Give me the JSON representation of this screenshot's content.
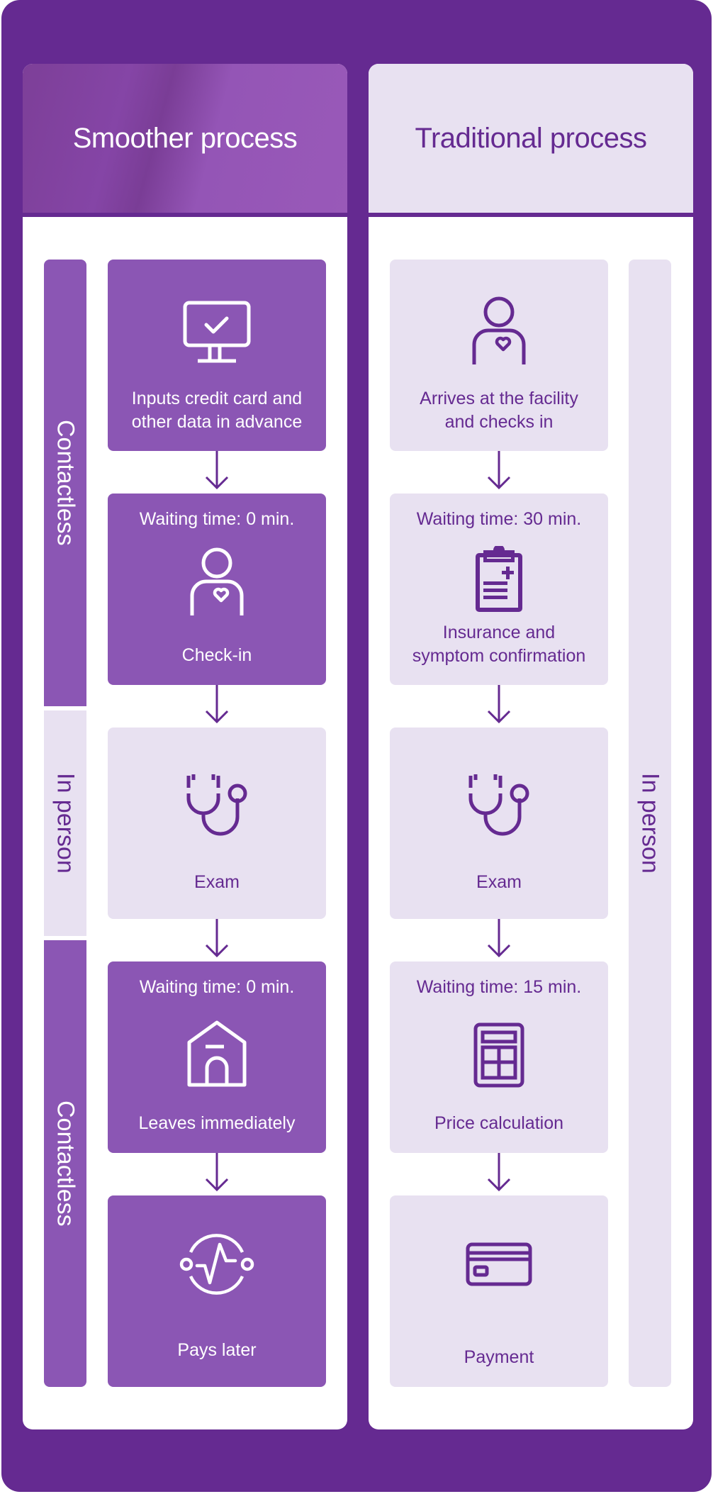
{
  "colors": {
    "frame": "#652a91",
    "dark_card": "#8b56b4",
    "light_card": "#e8e1f1",
    "panel_bg": "#ffffff"
  },
  "smoother": {
    "title": "Smoother process",
    "phases": [
      {
        "label": "Contactless",
        "style": "dark"
      },
      {
        "label": "In person",
        "style": "light"
      },
      {
        "label": "Contactless",
        "style": "dark"
      }
    ],
    "steps": [
      {
        "wait": "",
        "icon": "monitor-check-icon",
        "label_lines": [
          "Inputs credit card and",
          "other data in advance"
        ],
        "style": "dark"
      },
      {
        "wait": "Waiting time: 0 min.",
        "icon": "person-heart-icon",
        "label_lines": [
          "Check-in"
        ],
        "style": "dark"
      },
      {
        "wait": "",
        "icon": "stethoscope-icon",
        "label_lines": [
          "Exam"
        ],
        "style": "light"
      },
      {
        "wait": "Waiting time: 0 min.",
        "icon": "house-icon",
        "label_lines": [
          "Leaves immediately"
        ],
        "style": "dark"
      },
      {
        "wait": "",
        "icon": "pulse-circle-icon",
        "label_lines": [
          "Pays later"
        ],
        "style": "dark"
      }
    ]
  },
  "traditional": {
    "title": "Traditional process",
    "phases": [
      {
        "label": "In person",
        "style": "light"
      }
    ],
    "steps": [
      {
        "wait": "",
        "icon": "person-heart-icon",
        "label_lines": [
          "Arrives at the facility",
          "and checks in"
        ],
        "style": "light"
      },
      {
        "wait": "Waiting time: 30 min.",
        "icon": "clipboard-icon",
        "label_lines": [
          "Insurance and",
          "symptom confirmation"
        ],
        "style": "light"
      },
      {
        "wait": "",
        "icon": "stethoscope-icon",
        "label_lines": [
          "Exam"
        ],
        "style": "light"
      },
      {
        "wait": "Waiting time: 15 min.",
        "icon": "calculator-icon",
        "label_lines": [
          "Price calculation"
        ],
        "style": "light"
      },
      {
        "wait": "",
        "icon": "credit-card-icon",
        "label_lines": [
          "Payment"
        ],
        "style": "light"
      }
    ]
  }
}
